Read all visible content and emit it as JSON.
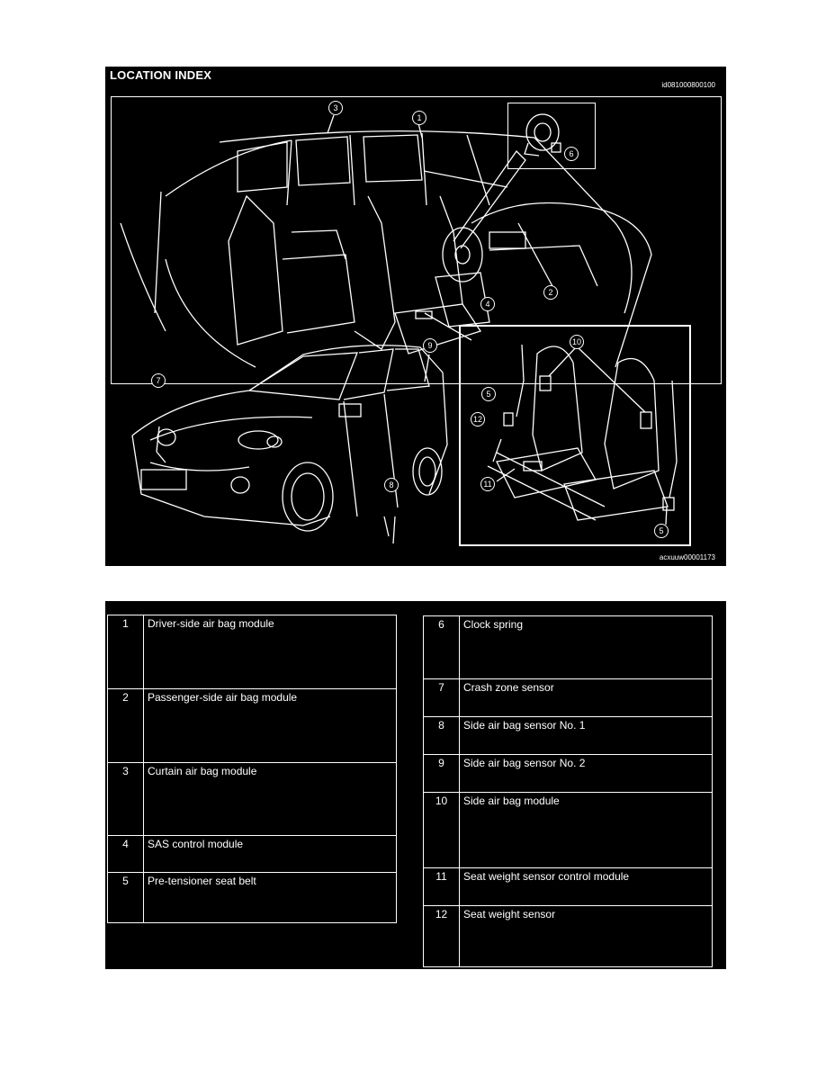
{
  "figure": {
    "title": "LOCATION INDEX",
    "image_id": "id081000800100",
    "ref_code": "acxuuw00001173",
    "callouts": {
      "c1": "1",
      "c2": "2",
      "c3": "3",
      "c4": "4",
      "c5a": "5",
      "c5b": "5",
      "c6": "6",
      "c7": "7",
      "c8": "8",
      "c9": "9",
      "c10": "10",
      "c11": "11",
      "c12": "12"
    }
  },
  "table_left": [
    {
      "num": "1",
      "label": "Driver-side air bag module"
    },
    {
      "num": "2",
      "label": "Passenger-side air bag module"
    },
    {
      "num": "3",
      "label": "Curtain air bag module"
    },
    {
      "num": "4",
      "label": "SAS control module"
    },
    {
      "num": "5",
      "label": "Pre-tensioner seat belt"
    }
  ],
  "table_right": [
    {
      "num": "6",
      "label": "Clock spring"
    },
    {
      "num": "7",
      "label": "Crash zone sensor"
    },
    {
      "num": "8",
      "label": "Side air bag sensor No. 1"
    },
    {
      "num": "9",
      "label": "Side air bag sensor No. 2"
    },
    {
      "num": "10",
      "label": "Side air bag module"
    },
    {
      "num": "11",
      "label": "Seat weight sensor control module"
    },
    {
      "num": "12",
      "label": "Seat weight sensor"
    }
  ]
}
